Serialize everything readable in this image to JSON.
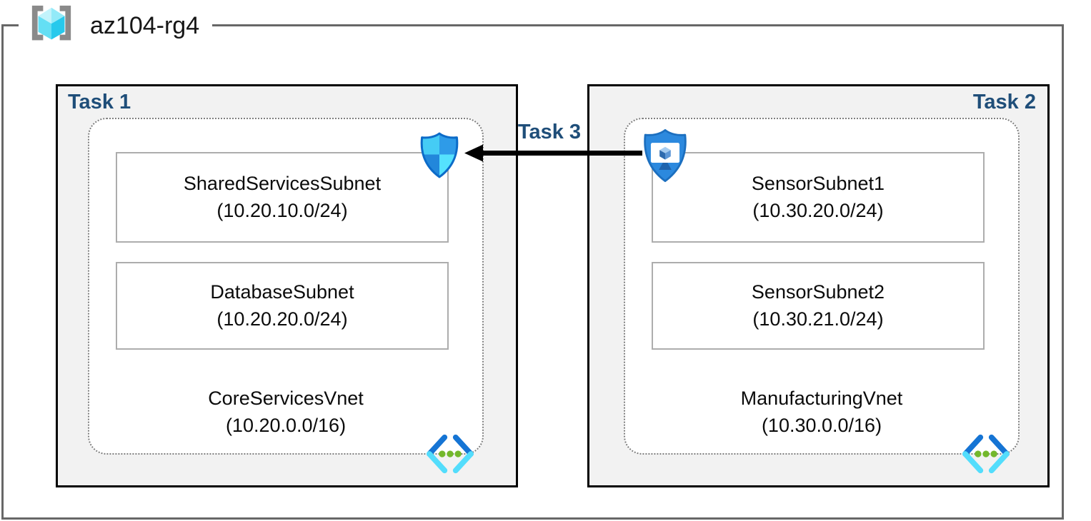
{
  "resource_group": {
    "name": "az104-rg4",
    "icon": "resource-group-icon"
  },
  "tasks": {
    "task1": {
      "label": "Task 1"
    },
    "task2": {
      "label": "Task 2"
    },
    "task3": {
      "label": "Task 3",
      "arrow": "black arrow pointing left from ManufacturingVnet bastion icon to CoreServicesVnet defender icon"
    }
  },
  "vnet1": {
    "name": "CoreServicesVnet",
    "cidr": "(10.20.0.0/16)",
    "icon": "virtual-network-icon",
    "subnets": [
      {
        "name": "SharedServicesSubnet",
        "cidr": "(10.20.10.0/24)"
      },
      {
        "name": "DatabaseSubnet",
        "cidr": "(10.20.20.0/24)"
      }
    ],
    "attached_icon": "defender-shield-icon"
  },
  "vnet2": {
    "name": "ManufacturingVnet",
    "cidr": "(10.30.0.0/16)",
    "icon": "virtual-network-icon",
    "subnets": [
      {
        "name": "SensorSubnet1",
        "cidr": "(10.30.20.0/24)"
      },
      {
        "name": "SensorSubnet2",
        "cidr": "(10.30.21.0/24)"
      }
    ],
    "attached_icon": "bastion-shield-icon"
  },
  "colors": {
    "task_label_navy": "#1F4E79",
    "task_box_bg": "#F2F2F2",
    "task_box_border": "#000000",
    "outer_border_gray": "#676767",
    "subnet_border": "#ADADAD",
    "dotted_border": "#7F7F7F",
    "arrow_black": "#000000",
    "azure_blue": "#2287DB",
    "azure_light_cyan": "#53DDFC",
    "vnet_dot_green": "#73B82C"
  }
}
